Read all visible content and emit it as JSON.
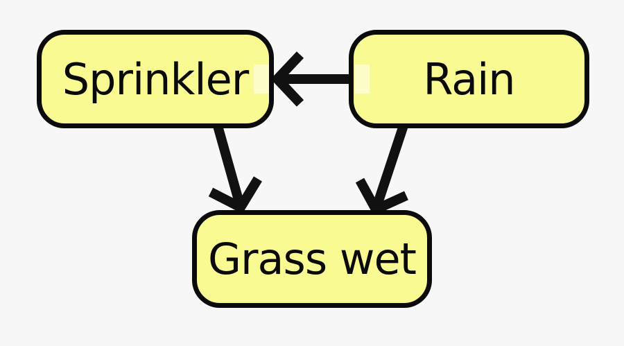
{
  "background": "#f7f7f7",
  "nodes": [
    {
      "id": "sprinkler",
      "label": "Sprinkler"
    },
    {
      "id": "rain",
      "label": "Rain"
    },
    {
      "id": "grass-wet",
      "label": "Grass wet"
    }
  ],
  "edges": [
    {
      "from": "rain",
      "to": "sprinkler"
    },
    {
      "from": "sprinkler",
      "to": "grass-wet"
    },
    {
      "from": "rain",
      "to": "grass-wet"
    }
  ],
  "colors": {
    "node_fill": "#fafa92",
    "node_border": "#0b0b0b",
    "edge": "#111111",
    "background": "#f7f7f7"
  }
}
